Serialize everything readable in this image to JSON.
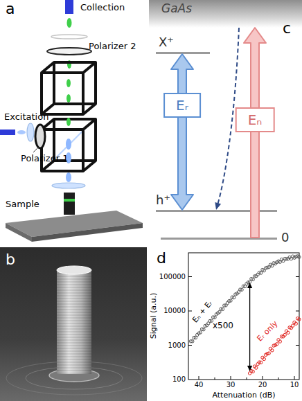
{
  "diagram": {
    "nodes": [
      {
        "text": [
          "GaAs"
        ]
      },
      {
        "text": [
          "X⁺"
        ]
      },
      {
        "text": [
          "h⁺"
        ]
      },
      {
        "text": [
          "0"
        ]
      }
    ],
    "edges": [
      {
        "from": 1,
        "to": 2,
        "arrow": "both",
        "label": "Eᵣ"
      },
      {
        "from": 3,
        "to": 0,
        "arrow": "to",
        "label": "Eₙ"
      },
      {
        "from": 0,
        "to": 2,
        "arrow": "to"
      }
    ],
    "labels": [
      "a",
      "Collection",
      "Polarizer 2",
      "Excitation",
      "Polarizer 1",
      "Sample",
      "c",
      "b",
      "d",
      "100000",
      "10000",
      "1000",
      "100",
      "40",
      "30",
      "20",
      "10",
      "Signal (a.u.)",
      "Attenuation (dB)",
      "x500",
      "Eₙ + Eᵣ",
      "Eᵣ only"
    ]
  }
}
